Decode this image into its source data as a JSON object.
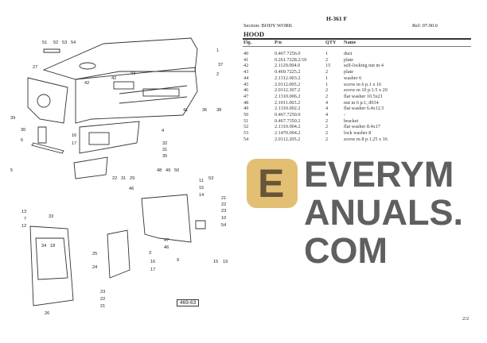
{
  "header": {
    "model": "H-361 F",
    "section": "Section: BODY WORK",
    "ref": "Ref: 07.00.0",
    "group": "HOOD"
  },
  "table": {
    "columns": [
      "Fig.",
      "P/n",
      "QTY",
      "Name"
    ],
    "rows": [
      [
        "40",
        "0.467.7256.0",
        "1",
        "duct"
      ],
      [
        "41",
        "0.261.7228.2/10",
        "2",
        "plate"
      ],
      [
        "42",
        "2.1129.004.0",
        "15",
        "self-locking nut m 4"
      ],
      [
        "43",
        "0.469.7225.2",
        "2",
        "plate"
      ],
      [
        "44",
        "2.1312.003.2",
        "1",
        "washer 6"
      ],
      [
        "45",
        "2.0112.005.2",
        "1",
        "screw m 6 p.1 x 16"
      ],
      [
        "46",
        "2.0112.307.2",
        "2",
        "screw m 10 p.1.5 x 20"
      ],
      [
        "47",
        "2.1310.006.2",
        "2",
        "flat washer 10.5x21"
      ],
      [
        "48",
        "2.1011.003.2",
        "4",
        "nut m 6 p.1, d934"
      ],
      [
        "49",
        "2.1310.002.2",
        "4",
        "flat washer 6.4x12.5"
      ],
      [
        "50",
        "0.467.7250.0",
        "4",
        "-"
      ],
      [
        "51",
        "0.467.7350.2",
        "2",
        "bracket"
      ],
      [
        "52",
        "2.1310.004.2",
        "2",
        "flat washer 8.4x17"
      ],
      [
        "53",
        "2.1470.004.2",
        "2",
        "lock washer 8"
      ],
      [
        "54",
        "2.0112.205.2",
        "2",
        "screw m 8 p.1.25 x 16"
      ]
    ]
  },
  "diagram": {
    "ref_code": "469-63",
    "callouts": [
      "51",
      "52",
      "53",
      "54",
      "1",
      "37",
      "2",
      "27",
      "42",
      "42",
      "43",
      "41",
      "36",
      "38",
      "39",
      "30",
      "6",
      "16",
      "17",
      "4",
      "32",
      "31",
      "35",
      "5",
      "22",
      "31",
      "29",
      "48",
      "49",
      "50",
      "13",
      "7",
      "12",
      "33",
      "34",
      "18",
      "25",
      "24",
      "23",
      "22",
      "21",
      "26",
      "3",
      "16",
      "17",
      "47",
      "46",
      "9",
      "11",
      "15",
      "14",
      "21",
      "22",
      "23",
      "10",
      "54",
      "15",
      "19",
      "46",
      "53"
    ]
  },
  "footer": {
    "page": "2/2"
  },
  "watermark": {
    "text": "EVERYMANUALS.COM",
    "logo_letter": "E",
    "color": "#daaa46"
  }
}
